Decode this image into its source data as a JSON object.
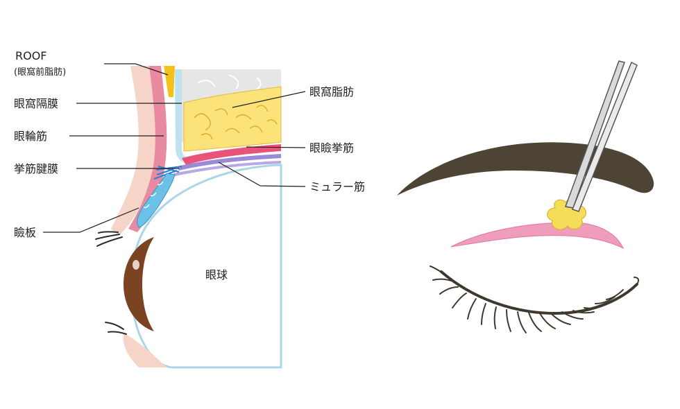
{
  "anatomy": {
    "labels": {
      "roof": "ROOF",
      "roof_sub": "(眼窩前脂肪)",
      "septum": "眼窩隔膜",
      "orbicularis": "眼輪筋",
      "aponeurosis": "挙筋腱膜",
      "tarsus": "瞼板",
      "orbital_fat": "眼窩脂肪",
      "levator": "眼瞼挙筋",
      "muller": "ミュラー筋",
      "eyeball": "眼球"
    }
  },
  "colors": {
    "skin": "#f7d4c8",
    "orbicularis": "#e88aa0",
    "roof_fat": "#f2c21a",
    "orbital_fat": "#fbe37a",
    "septum": "#bfe3ee",
    "bone": "#e3e3e3",
    "levator": "#e8537a",
    "muller": "#9b8ad6",
    "tarsus": "#6cc1e8",
    "iris": "#7a4422",
    "brow": "#4d4436",
    "lid_crease": "#f09cbc",
    "fat_blob": "#f5dd5a"
  }
}
